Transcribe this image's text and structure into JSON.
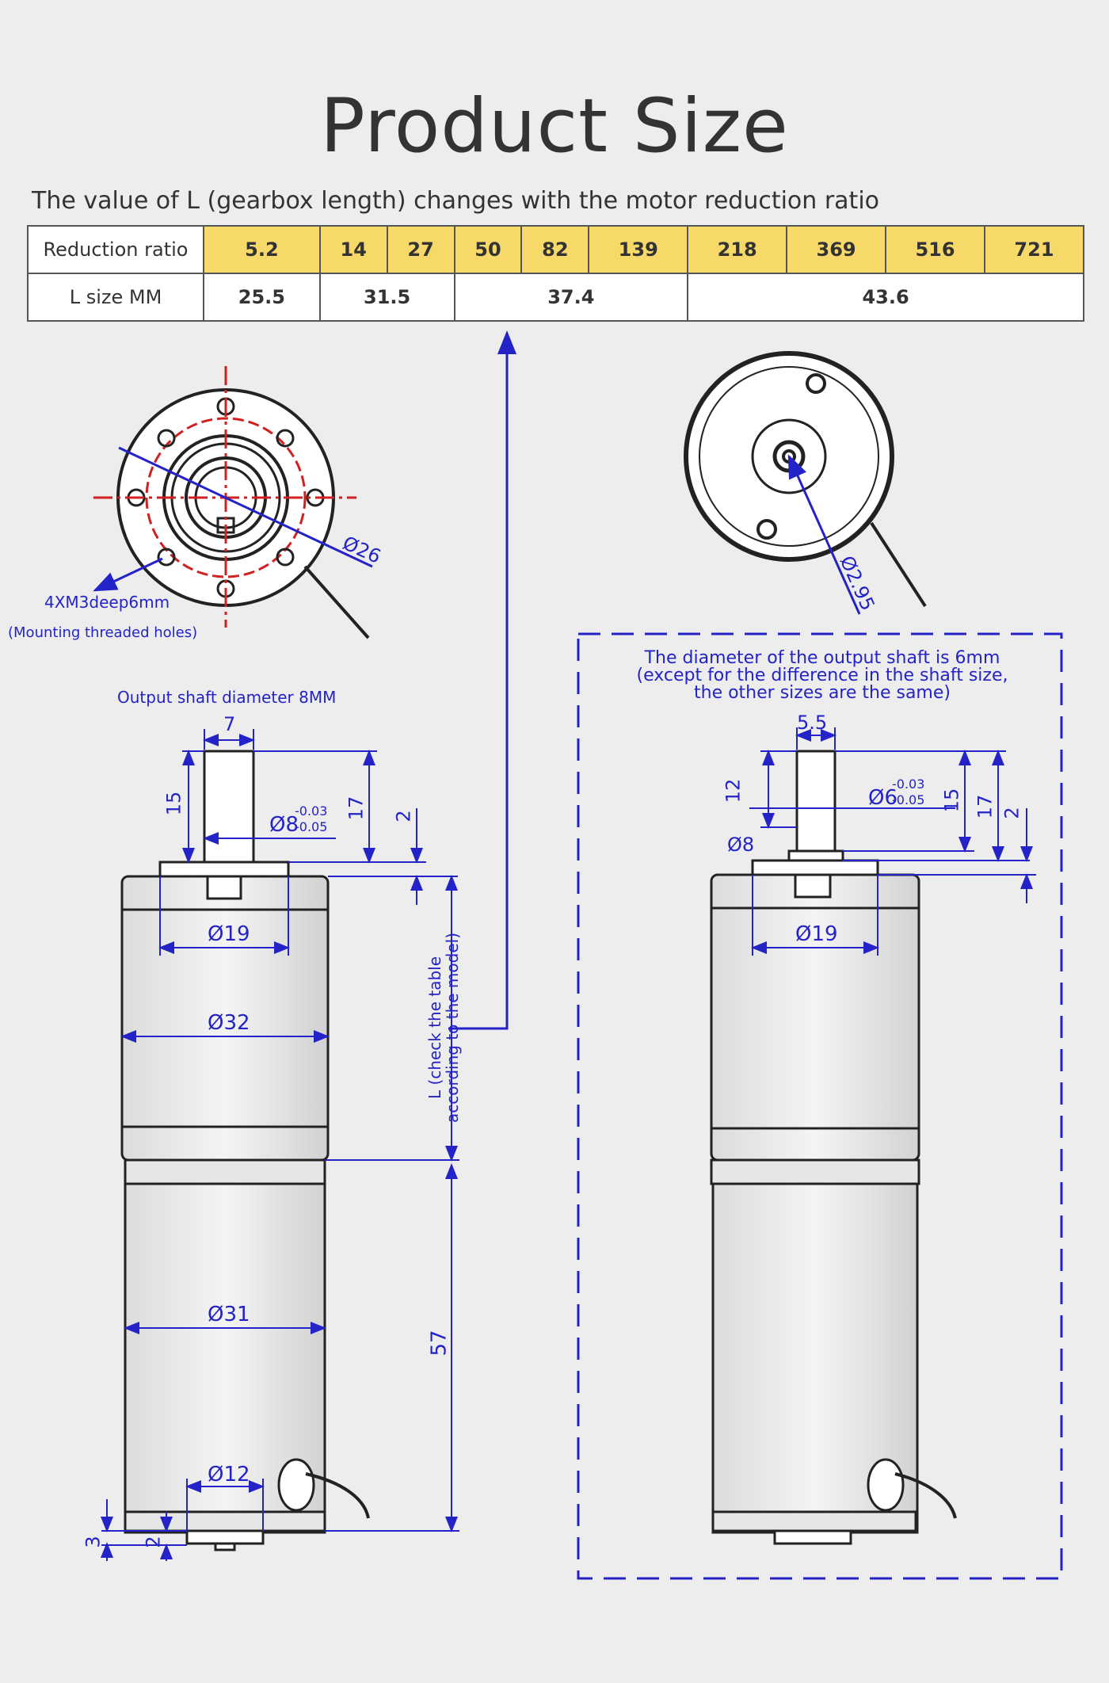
{
  "title": "Product Size",
  "subtitle": "The value of L (gearbox length) changes with the motor reduction ratio",
  "table": {
    "row1_header": "Reduction ratio",
    "ratios": [
      "5.2",
      "14",
      "27",
      "50",
      "82",
      "139",
      "218",
      "369",
      "516",
      "721"
    ],
    "row2_header": "L size MM",
    "lengths": [
      "25.5",
      "31.5",
      "37.4",
      "43.6"
    ]
  },
  "labels": {
    "mounting_holes": "4XM3deep6mm",
    "mounting_note": "(Mounting threaded holes)",
    "pcd": "Ø26",
    "flange_dia_right": "Ø2.95",
    "shaft_8mm": "Output shaft diameter 8MM",
    "note_6mm_line1": "The diameter of the output shaft is 6mm",
    "note_6mm_line2": "(except for the difference in the shaft size,",
    "note_6mm_line3": "the other sizes are the same)",
    "l_note_line1": "L (check the table",
    "l_note_line2": "according to the model)"
  },
  "dims_left": {
    "shaft_width": "7",
    "shaft_len": "15",
    "shaft_dia": "Ø8",
    "tol_up": "-0.03",
    "tol_low": "-0.05",
    "total": "17",
    "collar": "2",
    "boss": "Ø19",
    "gear_dia": "Ø32",
    "motor_dia": "Ø31",
    "motor_len": "57",
    "rear_boss": "Ø12",
    "rear_3": "3",
    "rear_2": "2"
  },
  "dims_right": {
    "shaft_width": "5.5",
    "flat_len": "12",
    "shaft_dia": "Ø6",
    "tol_up": "-0.03",
    "tol_low": "-0.05",
    "d15": "15",
    "d17": "17",
    "d2": "2",
    "collar_dia": "Ø8",
    "boss": "Ø19"
  },
  "colors": {
    "dimension": "#2323c8",
    "table_highlight": "#f7d96a",
    "center_line": "#e02020"
  }
}
